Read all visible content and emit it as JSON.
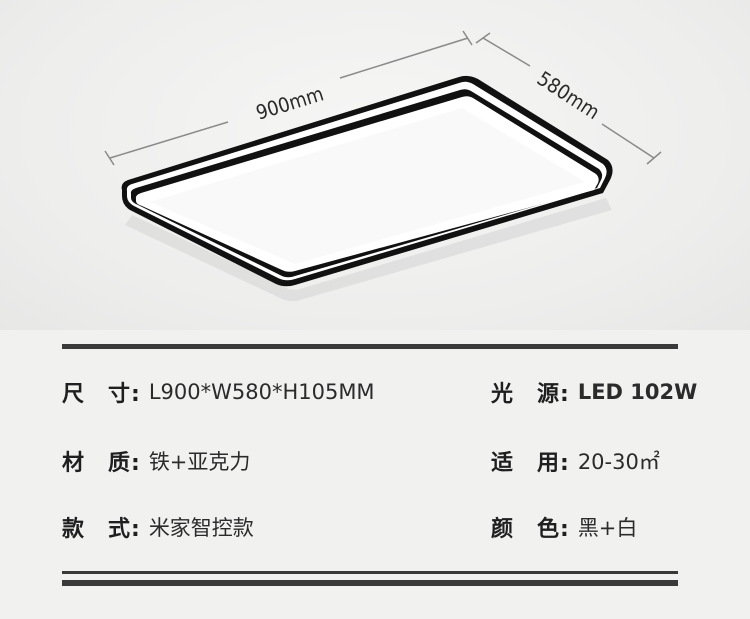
{
  "dimensions": {
    "length_label": "900mm",
    "width_label": "580mm"
  },
  "specs": {
    "size": {
      "label": "尺　寸:",
      "value": "L900*W580*H105MM"
    },
    "light_source": {
      "label": "光　源:",
      "value": "LED 102W"
    },
    "material": {
      "label": "材　质:",
      "value": "铁+亚克力"
    },
    "applicable": {
      "label": "适　用:",
      "value": "20-30㎡"
    },
    "style": {
      "label": "款　式:",
      "value": "米家智控款"
    },
    "color": {
      "label": "颜　色:",
      "value": "黑+白"
    }
  },
  "colors": {
    "frame": "#111111",
    "panel": "#ffffff",
    "rule": "#3a3a3a"
  }
}
